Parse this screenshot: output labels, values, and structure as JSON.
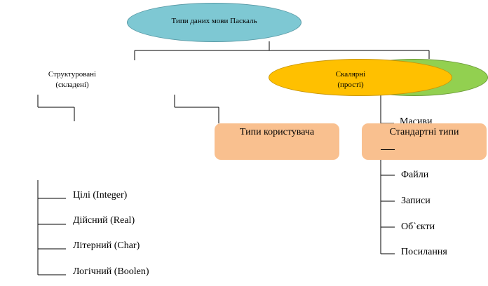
{
  "root": {
    "label": "Типи даних мови Паскаль"
  },
  "structured": {
    "line1": "Структуровані",
    "line2": "(складені)"
  },
  "scalar": {
    "line1": "Скалярні",
    "line2": "(прості)"
  },
  "user_types": {
    "label": "Типи користувача"
  },
  "standard_types": {
    "label": "Стандартні типи"
  },
  "hidden_label": {
    "label": "Масиви"
  },
  "standard_children": [
    "Цілі (Integer)",
    "Дійсний (Real)",
    "Літерний (Char)",
    "Логічний (Boolen)"
  ],
  "structured_children": [
    "Файли",
    "Записи",
    "Об`єкти",
    "Посилання"
  ],
  "colors": {
    "root_fill": "#7ec8d3",
    "scalar_fill": "#ffc000",
    "shadow_fill": "#92d050",
    "box_fill": "#f9c08f"
  }
}
